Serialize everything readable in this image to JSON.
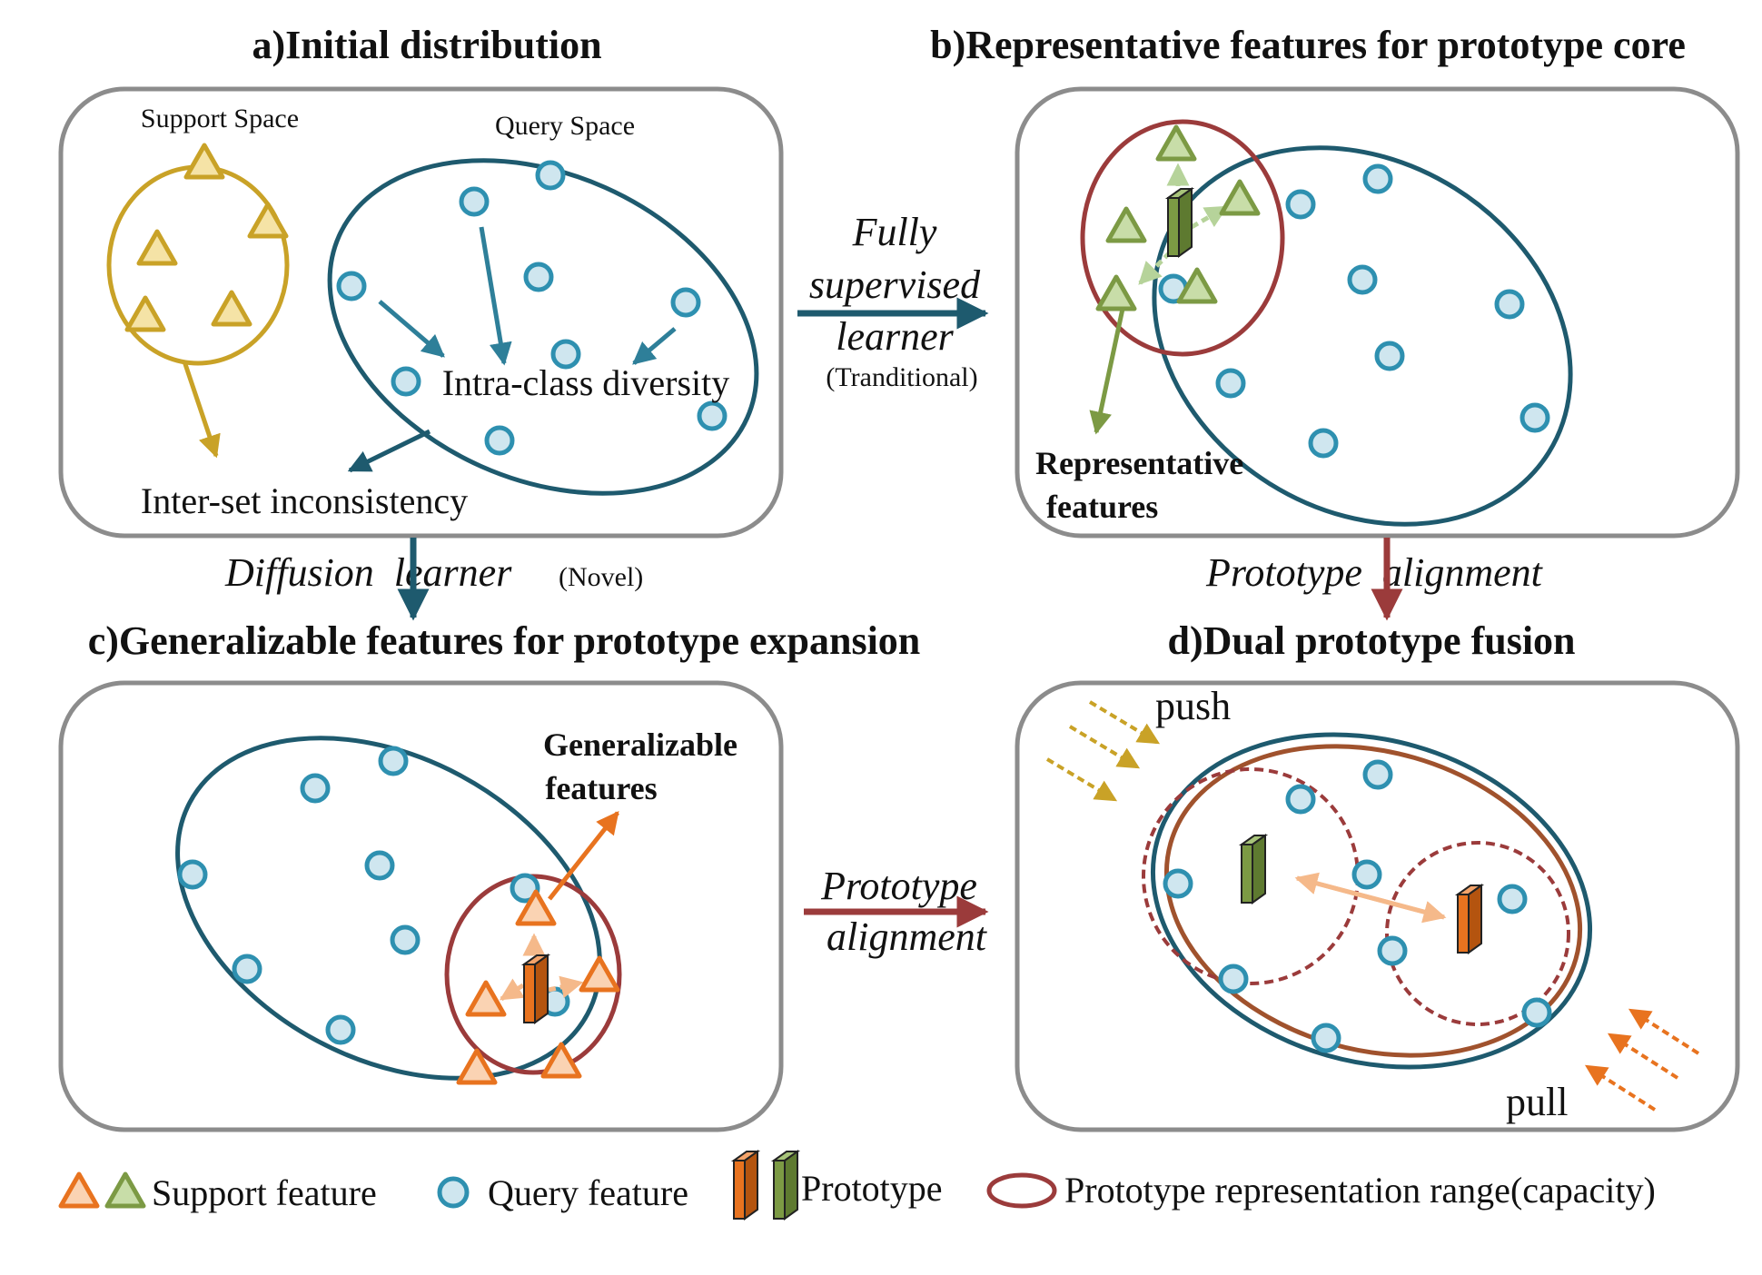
{
  "panels": {
    "a": {
      "title": "a)Initial distribution",
      "support_space": "Support Space",
      "query_space": "Query Space",
      "intra_class": "Intra-class diversity",
      "inter_set": "Inter-set inconsistency"
    },
    "b": {
      "title": "b)Representative features for prototype core",
      "rep_line1": "Representative",
      "rep_line2": "features"
    },
    "c": {
      "title": "c)Generalizable features for prototype expansion",
      "gen_line1": "Generalizable",
      "gen_line2": "features"
    },
    "d": {
      "title": "d)Dual prototype fusion",
      "push": "push",
      "pull": "pull"
    }
  },
  "connectors": {
    "ab": {
      "line1": "Fully",
      "line2": "supervised",
      "line3": "learner",
      "note": "(Tranditional)"
    },
    "ac": {
      "main": "Diffusion  learner",
      "note": "(Novel)"
    },
    "bd": {
      "main": "Prototype  alignment"
    },
    "cd": {
      "line1": "Prototype",
      "line2": "alignment"
    }
  },
  "legend": {
    "support": "Support feature",
    "query": "Query feature",
    "prototype": "Prototype",
    "range": "Prototype representation range(capacity)"
  },
  "colors": {
    "support_gold": "#C9A227",
    "support_green": "#7C9A44",
    "support_orange": "#E8731F",
    "query": "#2E90B0",
    "ellipse_teal": "#1E5A6E",
    "range_red": "#8B3A3A",
    "border_gray": "#8C8C8C"
  }
}
